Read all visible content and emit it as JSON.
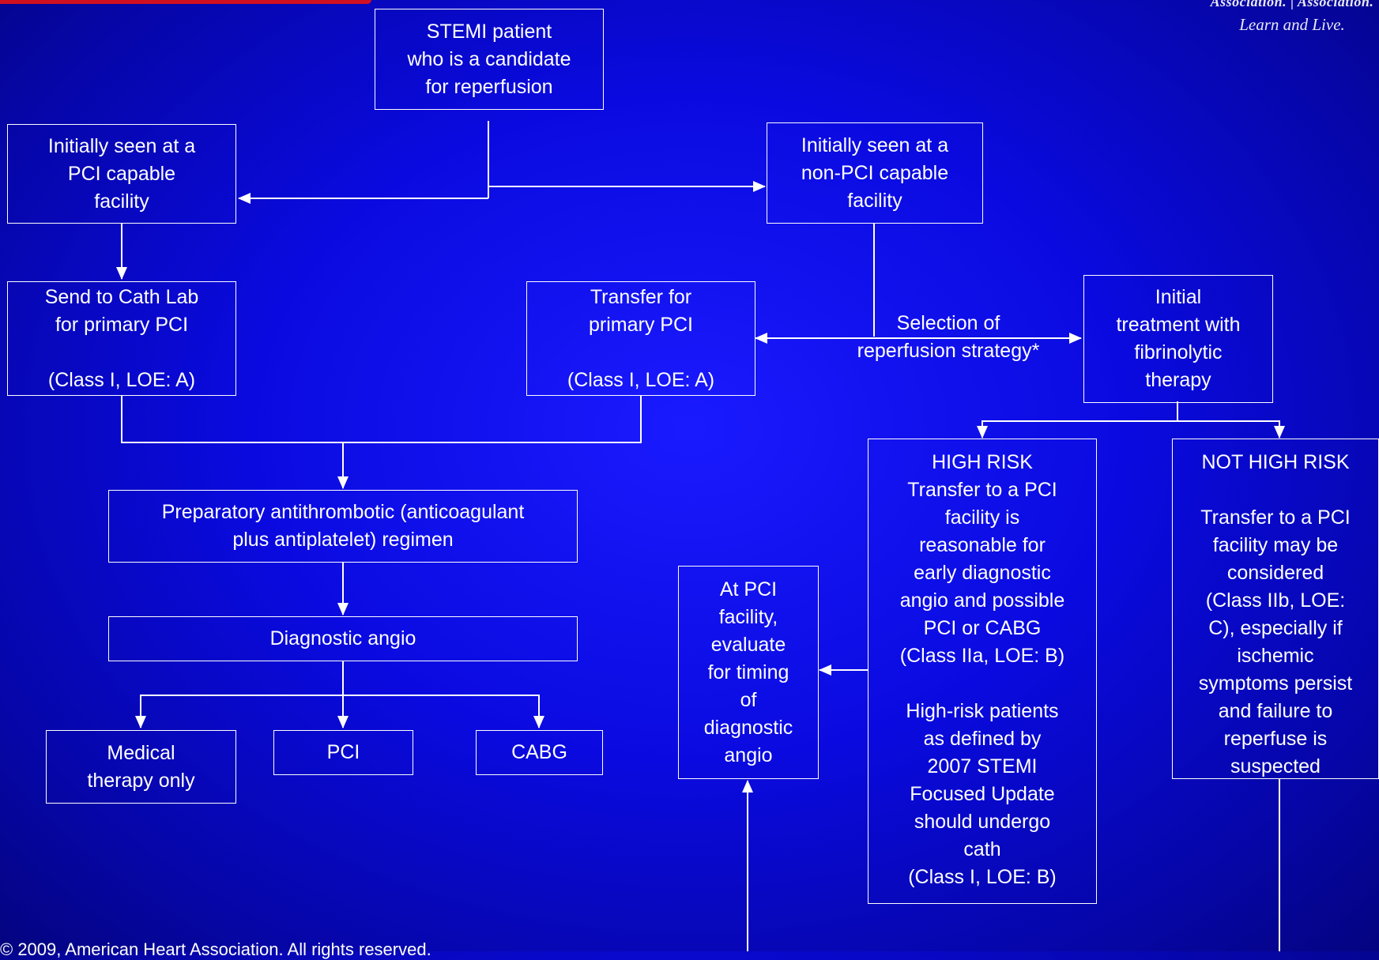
{
  "logo": {
    "line1": "Association. | Association.",
    "line2": "Learn and Live."
  },
  "nodes": {
    "stemi": "STEMI patient\nwho is a candidate\nfor reperfusion",
    "pci_capable": "Initially seen at a\nPCI capable\nfacility",
    "non_pci": "Initially seen at a\nnon-PCI capable\nfacility",
    "cath_lab": "Send to Cath Lab\nfor primary PCI\n\n(Class I, LOE: A)",
    "transfer_primary": "Transfer for\nprimary PCI\n\n(Class I, LOE: A)",
    "fibrinolytic": "Initial\ntreatment with\nfibrinolytic\ntherapy",
    "antithrombotic": "Preparatory antithrombotic (anticoagulant\nplus antiplatelet) regimen",
    "diagnostic": "Diagnostic angio",
    "medical": "Medical\ntherapy only",
    "pci": "PCI",
    "cabg": "CABG",
    "evaluate": "At PCI\nfacility,\nevaluate\nfor timing\nof\ndiagnostic\nangio",
    "high_risk": "HIGH RISK\nTransfer to a PCI\nfacility is\nreasonable for\nearly diagnostic\nangio and possible\nPCI or CABG\n(Class IIa, LOE: B)\n\nHigh-risk patients\nas defined by\n2007 STEMI\nFocused Update\nshould undergo\ncath\n(Class I, LOE: B)",
    "not_high_risk": "NOT HIGH RISK\n\nTransfer to a PCI\nfacility may be\nconsidered\n(Class IIb, LOE:\nC), especially if\nischemic\nsymptoms persist\nand failure to\nreperfuse is\nsuspected"
  },
  "labels": {
    "selection": "Selection of\nreperfusion strategy*"
  },
  "footer": {
    "copyright": "© 2009, American Heart Association. All rights reserved."
  }
}
